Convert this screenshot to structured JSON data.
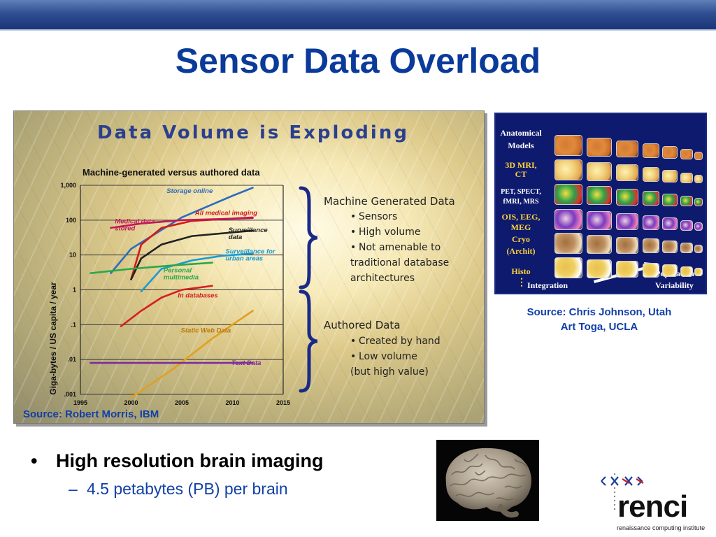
{
  "slide": {
    "title": "Sensor Data Overload"
  },
  "chart_panel": {
    "heading": "Data Volume is Exploding",
    "source": "Source: Robert Morris, IBM",
    "machine_group": {
      "title": "Machine Generated Data",
      "items": [
        "Sensors",
        "High volume",
        "Not amenable to",
        "traditional database",
        "architectures"
      ]
    },
    "authored_group": {
      "title": "Authored Data",
      "items": [
        "Created by hand",
        "Low volume",
        "(but high value)"
      ]
    }
  },
  "chart_data": {
    "type": "line",
    "title": "Machine-generated versus authored data",
    "ylabel": "Giga-bytes / US capita / year",
    "xlabel": "",
    "yscale": "log",
    "ylim": [
      0.001,
      1000
    ],
    "xlim": [
      1995,
      2015
    ],
    "x_ticks": [
      "1995",
      "2000",
      "2005",
      "2010",
      "2015"
    ],
    "y_ticks": [
      "1,000",
      "100",
      "10",
      "1",
      ".1",
      ".01",
      ".001"
    ],
    "grid": "horizontal",
    "series": [
      {
        "name": "Storage online",
        "color": "#2d6cc0",
        "points": [
          [
            1998,
            3
          ],
          [
            2000,
            15
          ],
          [
            2005,
            120
          ],
          [
            2010,
            500
          ],
          [
            2012,
            850
          ]
        ]
      },
      {
        "name": "All medical imaging",
        "color": "#d11a1a",
        "points": [
          [
            2000,
            2
          ],
          [
            2001,
            20
          ],
          [
            2003,
            60
          ],
          [
            2006,
            95
          ],
          [
            2012,
            120
          ]
        ]
      },
      {
        "name": "Medical data stored",
        "color": "#c2185b",
        "points": [
          [
            1998,
            60
          ],
          [
            2001,
            80
          ],
          [
            2005,
            100
          ],
          [
            2010,
            110
          ],
          [
            2012,
            115
          ]
        ]
      },
      {
        "name": "Surveillance data",
        "color": "#222222",
        "points": [
          [
            2000,
            2
          ],
          [
            2001,
            8
          ],
          [
            2003,
            20
          ],
          [
            2006,
            35
          ],
          [
            2012,
            50
          ]
        ]
      },
      {
        "name": "Surveillance for urban areas",
        "color": "#1a9bd6",
        "points": [
          [
            2001,
            0.9
          ],
          [
            2003,
            4
          ],
          [
            2006,
            7
          ],
          [
            2009,
            9.5
          ],
          [
            2012,
            11
          ]
        ]
      },
      {
        "name": "Personal multimedia",
        "color": "#2aa84a",
        "points": [
          [
            1996,
            3
          ],
          [
            2000,
            4
          ],
          [
            2004,
            5
          ],
          [
            2008,
            6
          ]
        ]
      },
      {
        "name": "In databases",
        "color": "#d62020",
        "points": [
          [
            1999,
            0.09
          ],
          [
            2001,
            0.25
          ],
          [
            2003,
            0.6
          ],
          [
            2005,
            1.0
          ],
          [
            2008,
            1.3
          ]
        ]
      },
      {
        "name": "Static Web Data",
        "color": "#e0a020",
        "points": [
          [
            2000,
            0.0008
          ],
          [
            2004,
            0.005
          ],
          [
            2008,
            0.04
          ],
          [
            2012,
            0.25
          ]
        ]
      },
      {
        "name": "Text Data",
        "color": "#7a2aa0",
        "points": [
          [
            1996,
            0.008
          ],
          [
            2004,
            0.008
          ],
          [
            2012,
            0.008
          ]
        ]
      }
    ]
  },
  "series_labels": [
    {
      "text": "Storage online",
      "color": "#2d6cc0",
      "lines": [
        "Storage online"
      ]
    },
    {
      "text": "All medical imaging",
      "color": "#d11a1a",
      "lines": [
        "All medical imaging"
      ]
    },
    {
      "text": "Medical data stored",
      "color": "#c2185b",
      "lines": [
        "Medical data",
        "stored"
      ]
    },
    {
      "text": "Surveillance data",
      "color": "#222222",
      "lines": [
        "Surveillance",
        "data"
      ]
    },
    {
      "text": "Surveillance for urban areas",
      "color": "#1a9bd6",
      "lines": [
        "Surveillance for",
        "urban areas"
      ]
    },
    {
      "text": "Personal multimedia",
      "color": "#2aa84a",
      "lines": [
        "Personal",
        "multimedia"
      ]
    },
    {
      "text": "In databases",
      "color": "#d62020",
      "lines": [
        "In databases"
      ]
    },
    {
      "text": "Static Web Data",
      "color": "#b87a10",
      "lines": [
        "Static Web Data"
      ]
    },
    {
      "text": "Text Data",
      "color": "#7a2aa0",
      "lines": [
        "Text Data"
      ]
    }
  ],
  "imaging_panel": {
    "labels": [
      {
        "text": "Anatomical",
        "color": "#ffffff"
      },
      {
        "text": "Models",
        "color": "#ffffff"
      },
      {
        "text": "3D MRI,",
        "color": "#ffd23a"
      },
      {
        "text": "CT",
        "color": "#ffd23a"
      },
      {
        "text": "PET, SPECT,",
        "color": "#ffffff"
      },
      {
        "text": "fMRI, MRS",
        "color": "#ffffff"
      },
      {
        "text": "OIS, EEG,",
        "color": "#ffd23a"
      },
      {
        "text": "MEG",
        "color": "#ffd23a"
      },
      {
        "text": "Cryo",
        "color": "#ffd23a"
      },
      {
        "text": "(Archit)",
        "color": "#ffd23a"
      },
      {
        "text": "Histo",
        "color": "#ffd23a"
      }
    ],
    "integration": "Integration",
    "population": "Population",
    "variability": "Variability",
    "source_line1": "Source: Chris Johnson, Utah",
    "source_line2": "Art Toga, UCLA"
  },
  "bullets": {
    "main": "High resolution brain imaging",
    "sub": "4.5 petabytes (PB) per brain"
  },
  "logo": {
    "word": "renci",
    "tagline": "renaissance computing institute"
  }
}
